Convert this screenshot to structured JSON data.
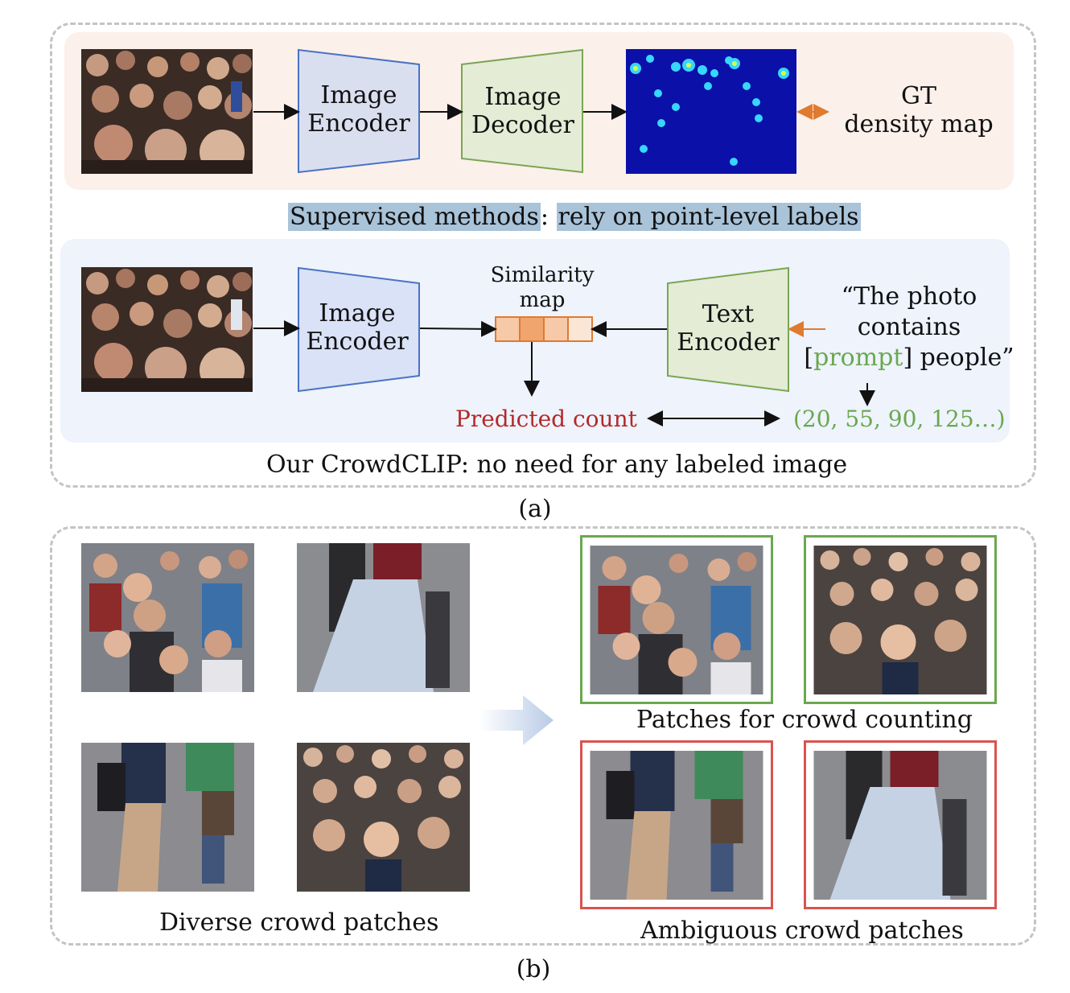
{
  "panel_a": {
    "caption": "(a)",
    "supervised": {
      "encoder_label": [
        "Image",
        "Encoder"
      ],
      "decoder_label": [
        "Image",
        "Decoder"
      ],
      "gt_label": [
        "GT",
        "density map"
      ],
      "caption_part1": "Supervised methods",
      "caption_sep": ":",
      "caption_part2": "rely on point-level labels"
    },
    "crowdclip": {
      "encoder_label": [
        "Image",
        "Encoder"
      ],
      "similarity_label": [
        "Similarity",
        "map"
      ],
      "text_encoder_label": [
        "Text",
        "Encoder"
      ],
      "prompt_line1": "“The photo",
      "prompt_line2": "contains",
      "prompt_open": "[",
      "prompt_word": "prompt",
      "prompt_close": "] people”",
      "predicted_count": "Predicted count",
      "count_values": "(20, 55, 90, 125…)",
      "caption": "Our CrowdCLIP:  no need for any labeled image"
    }
  },
  "panel_b": {
    "caption": "(b)",
    "diverse_label": "Diverse crowd patches",
    "counting_label": "Patches for crowd counting",
    "ambiguous_label": "Ambiguous crowd patches"
  },
  "colors": {
    "encoder_fill": "#dadff0",
    "encoder_stroke": "#4a72c4",
    "decoder_fill": "#e4ecd6",
    "decoder_stroke": "#7aa653",
    "supervised_bg": "#fbf0ea",
    "crowdclip_bg": "#eef3fc",
    "similarity_fill": "#f6c9a8",
    "similarity_dark": "#f1a56e",
    "similarity_stroke": "#e07a2e",
    "predicted_red": "#b22a2a",
    "green_text": "#6aa84f",
    "good_border": "#6aa84f",
    "bad_border": "#d9534f"
  }
}
